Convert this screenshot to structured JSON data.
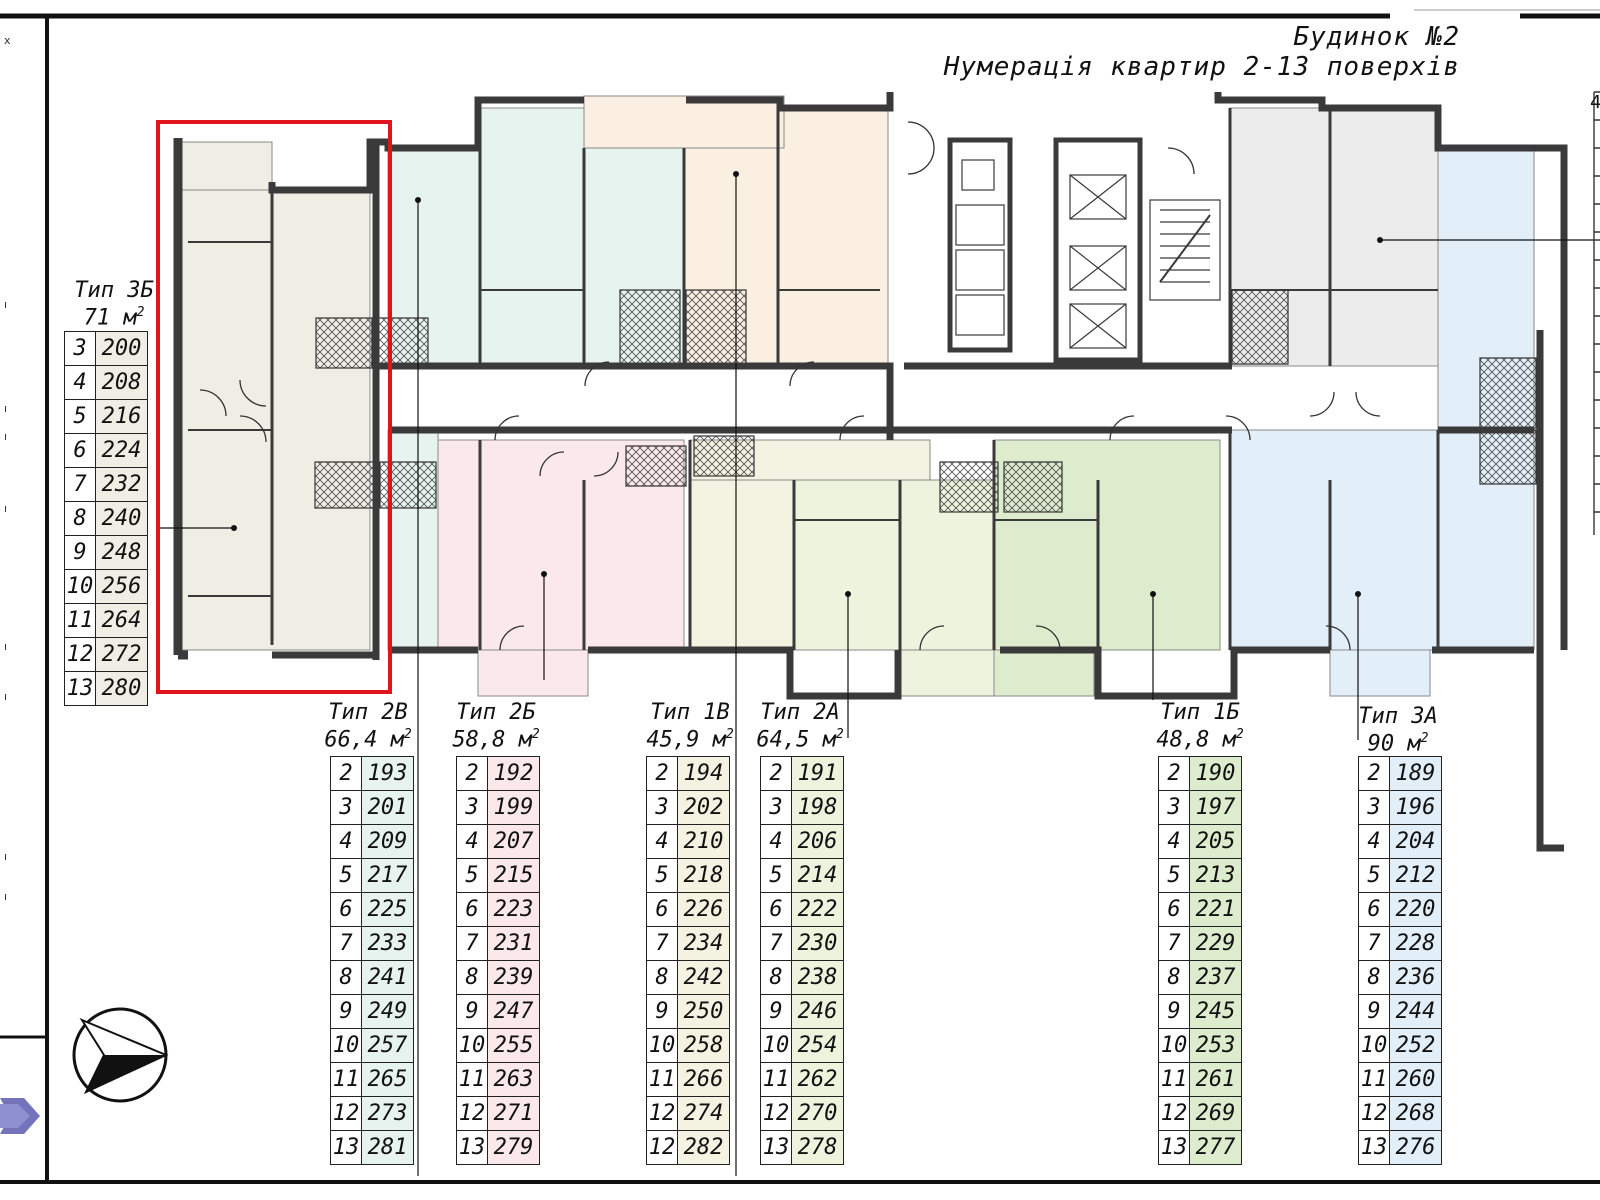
{
  "header": {
    "building": "Будинок №2",
    "subtitle": "Нумерація квартир 2-13 поверхів"
  },
  "colors": {
    "t3b": "#eeeee4",
    "t2v": "#e6f3ee",
    "t2b": "#fbe8ea",
    "t1v_top": "#fbefe2",
    "t1v": "#f4f3e1",
    "t2a": "#eef3dd",
    "t1b": "#ddeccd",
    "t3a": "#e2eef8",
    "wall": "#3a3a3a",
    "highlight": "#e0141b"
  },
  "types": [
    {
      "id": "3b",
      "name": "Тип 3Б",
      "area": "71 м",
      "color": "#eeeee4",
      "rows": [
        [
          "3",
          "200"
        ],
        [
          "4",
          "208"
        ],
        [
          "5",
          "216"
        ],
        [
          "6",
          "224"
        ],
        [
          "7",
          "232"
        ],
        [
          "8",
          "240"
        ],
        [
          "9",
          "248"
        ],
        [
          "10",
          "256"
        ],
        [
          "11",
          "264"
        ],
        [
          "12",
          "272"
        ],
        [
          "13",
          "280"
        ]
      ]
    },
    {
      "id": "2v",
      "name": "Тип 2В",
      "area": "66,4 м",
      "color": "#e6f3ee",
      "rows": [
        [
          "2",
          "193"
        ],
        [
          "3",
          "201"
        ],
        [
          "4",
          "209"
        ],
        [
          "5",
          "217"
        ],
        [
          "6",
          "225"
        ],
        [
          "7",
          "233"
        ],
        [
          "8",
          "241"
        ],
        [
          "9",
          "249"
        ],
        [
          "10",
          "257"
        ],
        [
          "11",
          "265"
        ],
        [
          "12",
          "273"
        ],
        [
          "13",
          "281"
        ]
      ]
    },
    {
      "id": "2b",
      "name": "Тип 2Б",
      "area": "58,8 м",
      "color": "#fbe8ea",
      "rows": [
        [
          "2",
          "192"
        ],
        [
          "3",
          "199"
        ],
        [
          "4",
          "207"
        ],
        [
          "5",
          "215"
        ],
        [
          "6",
          "223"
        ],
        [
          "7",
          "231"
        ],
        [
          "8",
          "239"
        ],
        [
          "9",
          "247"
        ],
        [
          "10",
          "255"
        ],
        [
          "11",
          "263"
        ],
        [
          "12",
          "271"
        ],
        [
          "13",
          "279"
        ]
      ]
    },
    {
      "id": "1v",
      "name": "Тип 1В",
      "area": "45,9 м",
      "color": "#f4f3e1",
      "rows": [
        [
          "2",
          "194"
        ],
        [
          "3",
          "202"
        ],
        [
          "4",
          "210"
        ],
        [
          "5",
          "218"
        ],
        [
          "6",
          "226"
        ],
        [
          "7",
          "234"
        ],
        [
          "8",
          "242"
        ],
        [
          "9",
          "250"
        ],
        [
          "10",
          "258"
        ],
        [
          "11",
          "266"
        ],
        [
          "12",
          "274"
        ],
        [
          "12",
          "282"
        ]
      ]
    },
    {
      "id": "2a",
      "name": "Тип 2А",
      "area": "64,5 м",
      "color": "#eef3dd",
      "rows": [
        [
          "2",
          "191"
        ],
        [
          "3",
          "198"
        ],
        [
          "4",
          "206"
        ],
        [
          "5",
          "214"
        ],
        [
          "6",
          "222"
        ],
        [
          "7",
          "230"
        ],
        [
          "8",
          "238"
        ],
        [
          "9",
          "246"
        ],
        [
          "10",
          "254"
        ],
        [
          "11",
          "262"
        ],
        [
          "12",
          "270"
        ],
        [
          "13",
          "278"
        ]
      ]
    },
    {
      "id": "1b",
      "name": "Тип 1Б",
      "area": "48,8 м",
      "color": "#ddeccd",
      "rows": [
        [
          "2",
          "190"
        ],
        [
          "3",
          "197"
        ],
        [
          "4",
          "205"
        ],
        [
          "5",
          "213"
        ],
        [
          "6",
          "221"
        ],
        [
          "7",
          "229"
        ],
        [
          "8",
          "237"
        ],
        [
          "9",
          "245"
        ],
        [
          "10",
          "253"
        ],
        [
          "11",
          "261"
        ],
        [
          "12",
          "269"
        ],
        [
          "13",
          "277"
        ]
      ]
    },
    {
      "id": "3a",
      "name": "Тип 3А",
      "area": "90 м",
      "color": "#e2eef8",
      "rows": [
        [
          "2",
          "189"
        ],
        [
          "3",
          "196"
        ],
        [
          "4",
          "204"
        ],
        [
          "5",
          "212"
        ],
        [
          "6",
          "220"
        ],
        [
          "7",
          "228"
        ],
        [
          "8",
          "236"
        ],
        [
          "9",
          "244"
        ],
        [
          "10",
          "252"
        ],
        [
          "11",
          "260"
        ],
        [
          "12",
          "268"
        ],
        [
          "13",
          "276"
        ]
      ]
    }
  ],
  "icons": {
    "north_arrow": "north-arrow-icon",
    "logo": "building-logo-icon",
    "elevator": "elevator-icon",
    "stairs": "stairs-icon"
  }
}
